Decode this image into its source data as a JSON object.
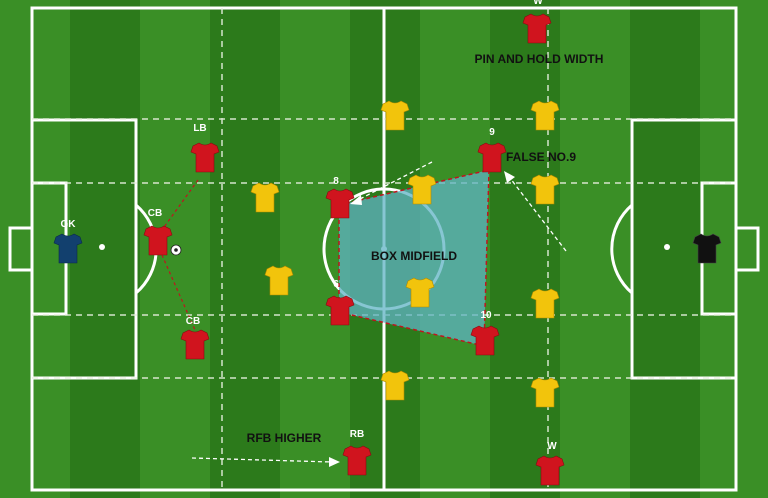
{
  "annotations": {
    "pin_width": "PIN AND HOLD WIDTH",
    "false_nine": "FALSE NO.9",
    "box_midfield": "BOX MIDFIELD",
    "rfb_higher": "RFB HIGHER"
  },
  "players": {
    "gk": "GK",
    "cb_top": "CB",
    "cb_bottom": "CB",
    "lb": "LB",
    "rb": "RB",
    "w_top": "W",
    "w_bottom": "W",
    "mid_8": "8",
    "mid_6": "6",
    "mid_9": "9",
    "mid_10": "10"
  },
  "colors": {
    "grass_light": "#3f9a29",
    "grass_dark": "#2c7a1b",
    "team_red": "#d0141e",
    "team_yellow": "#f2c40c",
    "gk_blue": "#12406e",
    "gk_black": "#111111",
    "box_fill": "#5fb3c4"
  }
}
